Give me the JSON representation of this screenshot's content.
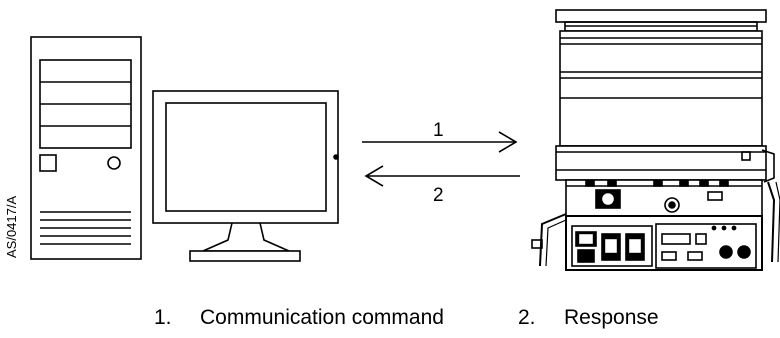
{
  "figure_code": "AS/0417/A",
  "arrows": {
    "command_number": "1",
    "response_number": "2"
  },
  "legend": [
    {
      "number": "1.",
      "text": "Communication command"
    },
    {
      "number": "2.",
      "text": "Response"
    }
  ]
}
